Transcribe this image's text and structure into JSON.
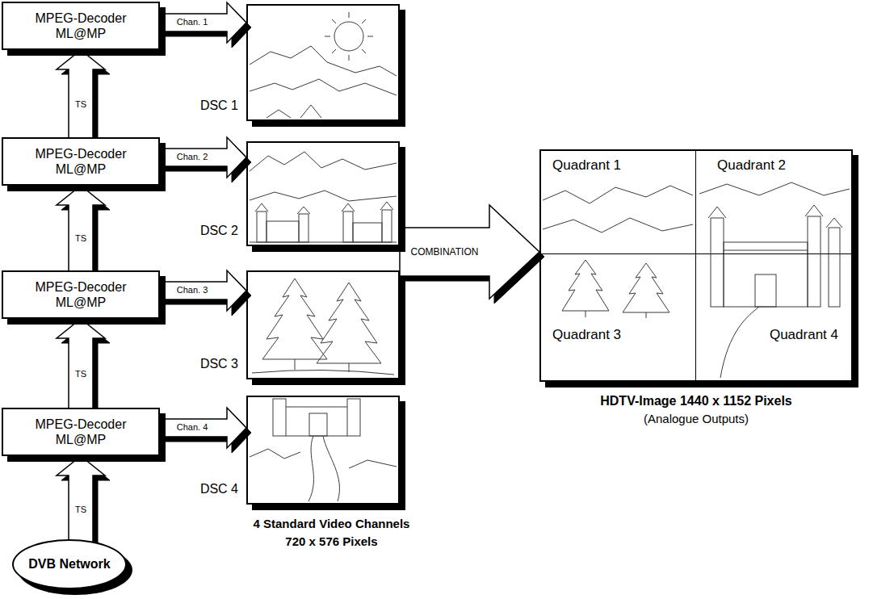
{
  "diagram": {
    "nodes": [
      {
        "text": [
          "MPEG-Decoder ML@MP"
        ]
      },
      {
        "text": [
          "DSC 1"
        ]
      },
      {
        "text": [
          "MPEG-Decoder ML@MP"
        ]
      },
      {
        "text": [
          "DSC 2"
        ]
      },
      {
        "text": [
          "MPEG-Decoder ML@MP"
        ]
      },
      {
        "text": [
          "DSC 3"
        ]
      },
      {
        "text": [
          "MPEG-Decoder ML@MP"
        ]
      },
      {
        "text": [
          "DSC 4"
        ]
      },
      {
        "text": [
          "HDTV-Image 1440 x 1152 Pixels",
          "(Analogue Outputs)"
        ]
      },
      {
        "text": [
          "Quadrant 1"
        ],
        "in": 8
      },
      {
        "text": [
          "Quadrant 2"
        ],
        "in": 8
      },
      {
        "text": [
          "Quadrant 3"
        ],
        "in": 8
      },
      {
        "text": [
          "Quadrant 4"
        ],
        "in": 8
      },
      {
        "text": [
          "DVB Network"
        ]
      }
    ],
    "edges": [
      {
        "from": 0,
        "to": 1,
        "label": "Chan. 1",
        "arrow": "to"
      },
      {
        "from": 2,
        "to": 3,
        "label": "Chan. 2",
        "arrow": "to"
      },
      {
        "from": 4,
        "to": 5,
        "label": "Chan. 3",
        "arrow": "to"
      },
      {
        "from": 6,
        "to": 7,
        "label": "Chan. 4",
        "arrow": "to"
      },
      {
        "from": 13,
        "to": 6,
        "label": "TS",
        "arrow": "to"
      },
      {
        "from": 6,
        "to": 4,
        "label": "TS",
        "arrow": "to"
      },
      {
        "from": 4,
        "to": 2,
        "label": "TS",
        "arrow": "to"
      },
      {
        "from": 2,
        "to": 0,
        "label": "TS",
        "arrow": "to"
      },
      {
        "from": 3,
        "to": 8,
        "label": "COMBINATION",
        "arrow": "to"
      }
    ],
    "labels": [
      "4 Standard Video Channels 720 x 576 Pixels"
    ]
  }
}
